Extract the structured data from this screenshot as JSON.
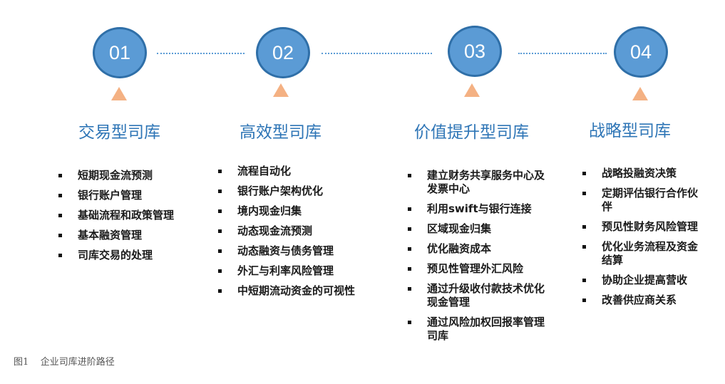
{
  "colors": {
    "circle_fill": "#5b9bd5",
    "circle_border": "#2f6fa8",
    "connector": "#5b9bd5",
    "triangle": "#f4b183",
    "title": "#2e75b6"
  },
  "stages": [
    {
      "number": "01",
      "title": "交易型司库",
      "items": [
        "短期现金流预测",
        "银行账户管理",
        "基础流程和政策管理",
        "基本融资管理",
        "司库交易的处理"
      ]
    },
    {
      "number": "02",
      "title": "高效型司库",
      "items": [
        "流程自动化",
        "银行账户架构优化",
        "境内现金归集",
        "动态现金流预测",
        "动态融资与债务管理",
        "外汇与利率风险管理",
        "中短期流动资金的可视性"
      ]
    },
    {
      "number": "03",
      "title": "价值提升型司库",
      "items": [
        "建立财务共享服务中心及发票中心",
        "利用swift与银行连接",
        "区域现金归集",
        "优化融资成本",
        "预见性管理外汇风险",
        "通过升级收付款技术优化现金管理",
        "通过风险加权回报率管理司库"
      ]
    },
    {
      "number": "04",
      "title": "战略型司库",
      "items": [
        "战略投融资决策",
        "定期评估银行合作伙伴",
        "预见性财务风险管理",
        "优化业务流程及资金结算",
        "协助企业提高营收",
        "改善供应商关系"
      ]
    }
  ],
  "caption": "图1    企业司库进阶路径"
}
